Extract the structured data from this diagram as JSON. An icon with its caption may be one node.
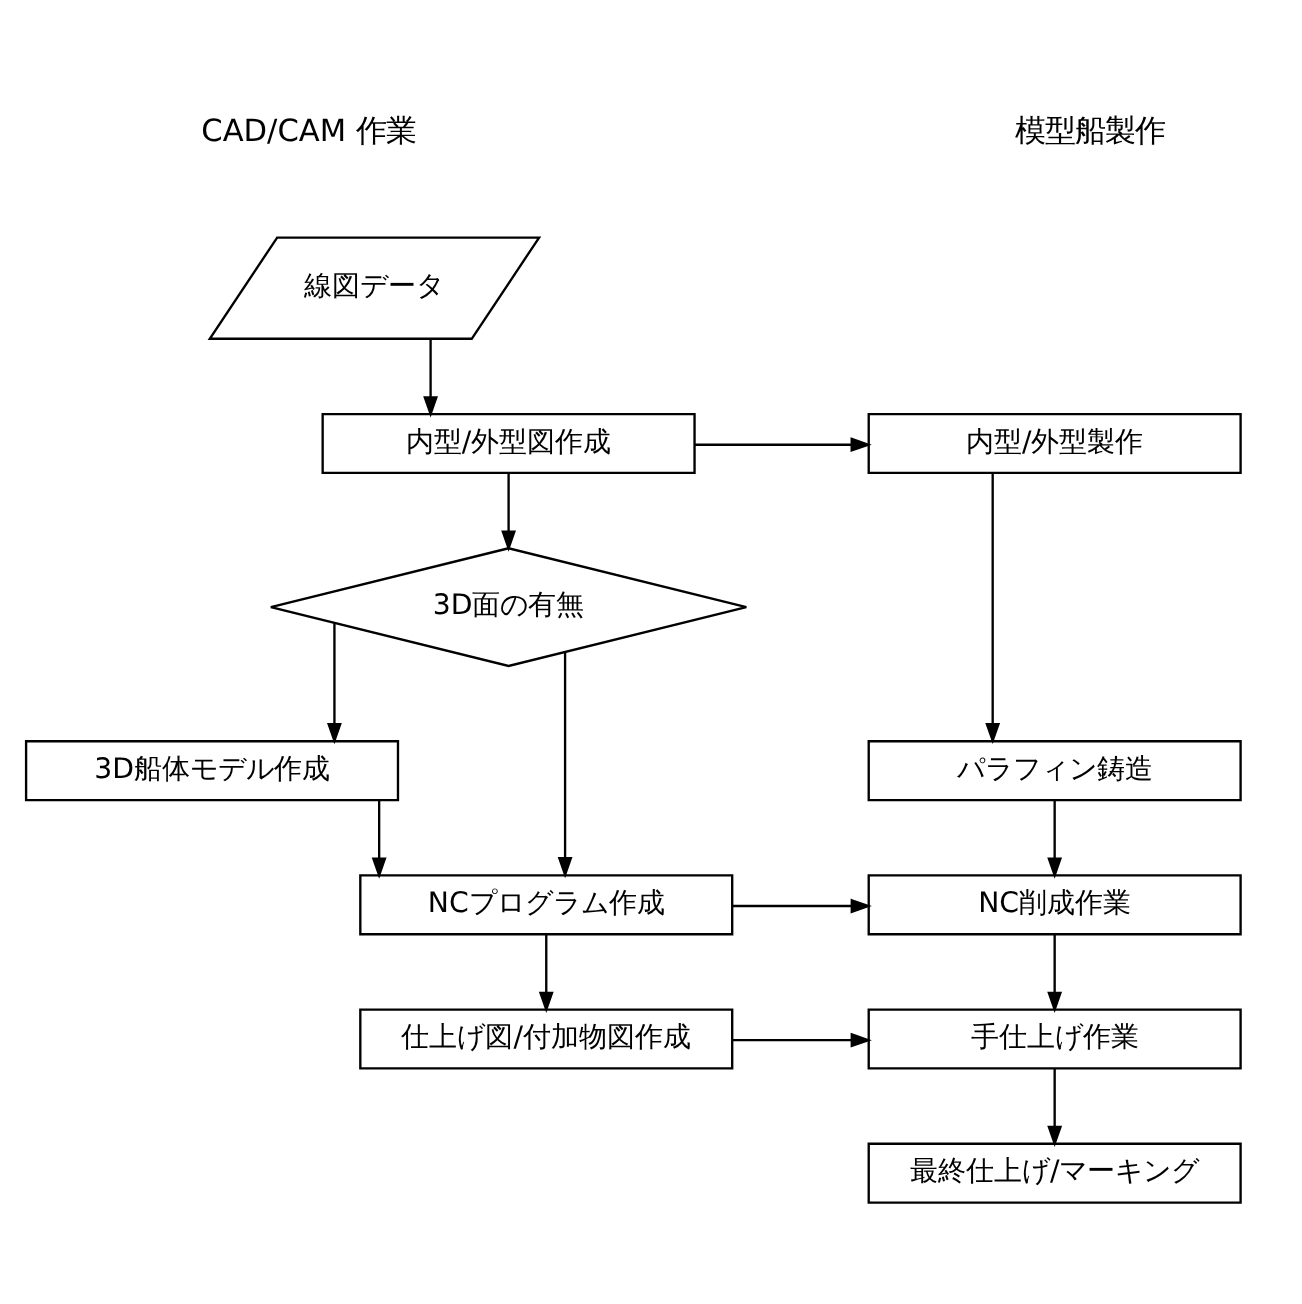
{
  "diagram": {
    "nodes": [
      {
        "text": [
          "線図データ"
        ]
      },
      {
        "text": [
          "内型/外型図作成"
        ]
      },
      {
        "text": [
          "3D面の有無"
        ]
      },
      {
        "text": [
          "3D船体モデル作成"
        ]
      },
      {
        "text": [
          "NCプログラム作成"
        ]
      },
      {
        "text": [
          "仕上げ図/付加物図作成"
        ]
      },
      {
        "text": [
          "内型/外型製作"
        ]
      },
      {
        "text": [
          "パラフィン鋳造"
        ]
      },
      {
        "text": [
          "NC削成作業"
        ]
      },
      {
        "text": [
          "手仕上げ作業"
        ]
      },
      {
        "text": [
          "最終仕上げ/マーキング"
        ]
      }
    ],
    "edges": [
      {
        "from": 0,
        "to": 1,
        "arrow": "to"
      },
      {
        "from": 1,
        "to": 2,
        "arrow": "to"
      },
      {
        "from": 2,
        "to": 3,
        "arrow": "to"
      },
      {
        "from": 2,
        "to": 4,
        "arrow": "to"
      },
      {
        "from": 3,
        "to": 4,
        "arrow": "to"
      },
      {
        "from": 4,
        "to": 5,
        "arrow": "to"
      },
      {
        "from": 1,
        "to": 6,
        "arrow": "to"
      },
      {
        "from": 6,
        "to": 7,
        "arrow": "to"
      },
      {
        "from": 7,
        "to": 8,
        "arrow": "to"
      },
      {
        "from": 4,
        "to": 8,
        "arrow": "to"
      },
      {
        "from": 5,
        "to": 9,
        "arrow": "to"
      },
      {
        "from": 8,
        "to": 9,
        "arrow": "to"
      },
      {
        "from": 9,
        "to": 10,
        "arrow": "to"
      }
    ],
    "labels": [
      "CAD/CAM 作業",
      "模型船製作"
    ]
  }
}
